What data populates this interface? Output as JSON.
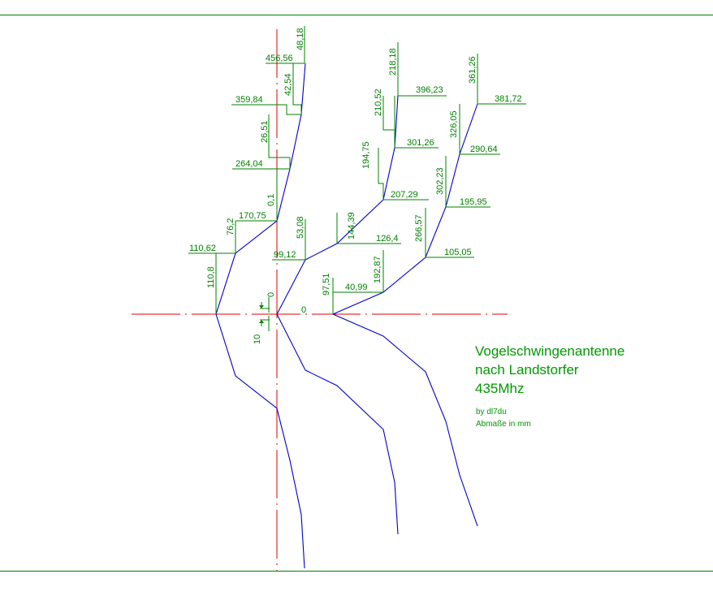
{
  "title": {
    "line1": "Vogelschwingenantenne",
    "line2": "nach Landstorfer",
    "line3": "435Mhz"
  },
  "author": "by dl7du",
  "units_note": "Abmaße in mm",
  "labels": {
    "l1": "48,18",
    "l2": "456,56",
    "l3": "42,54",
    "l4": "359,84",
    "l5": "26,51",
    "l6": "264,04",
    "l7": "0,1",
    "l8": "170,75",
    "l9": "76,2",
    "l10": "110,62",
    "l11": "110,8",
    "l12": "0",
    "l13": "0",
    "l14": "10",
    "l15": "53,08",
    "l16": "99,12",
    "l17": "97,51",
    "l18": "218,18",
    "l19": "396,23",
    "l20": "210,52",
    "l21": "301,26",
    "l22": "194,75",
    "l23": "207,29",
    "l24": "144,39",
    "l25": "126,4",
    "l26": "192,87",
    "l27": "40,99",
    "l28": "361,26",
    "l29": "381,72",
    "l30": "326,05",
    "l31": "290,64",
    "l32": "302,23",
    "l33": "195,95",
    "l34": "266,57",
    "l35": "105,05"
  },
  "colors": {
    "frame": "#008000",
    "dimension": "#008000",
    "element": "#0000cc",
    "axis": "#e00000",
    "title": "#009900"
  }
}
